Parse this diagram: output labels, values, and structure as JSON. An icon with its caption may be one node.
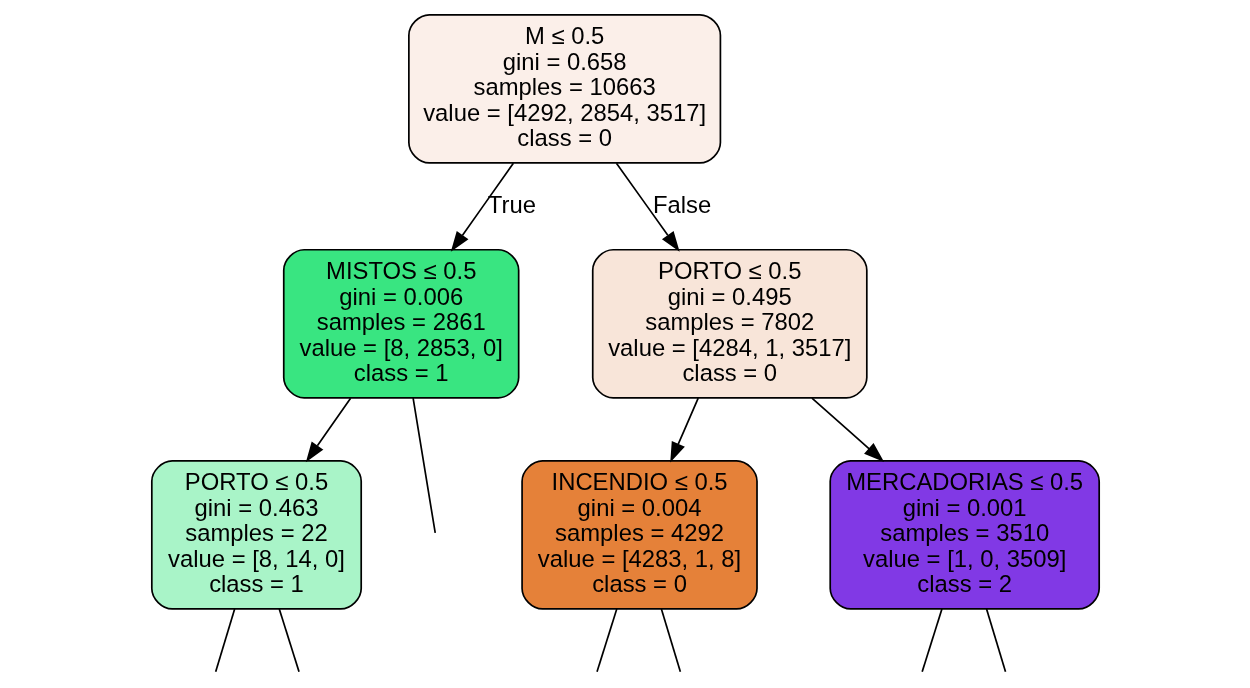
{
  "diagram": {
    "nodes": [
      {
        "text": [
          "M ≤ 0.5",
          "gini = 0.658",
          "samples = 10663",
          "value = [4292, 2854, 3517]",
          "class = 0"
        ]
      },
      {
        "text": [
          "MISTOS ≤ 0.5",
          "gini = 0.006",
          "samples = 2861",
          "value = [8, 2853, 0]",
          "class = 1"
        ]
      },
      {
        "text": [
          "PORTO ≤ 0.5",
          "gini = 0.495",
          "samples = 7802",
          "value = [4284, 1, 3517]",
          "class = 0"
        ]
      },
      {
        "text": [
          "PORTO ≤ 0.5",
          "gini = 0.463",
          "samples = 22",
          "value = [8, 14, 0]",
          "class = 1"
        ]
      },
      {
        "text": [
          "INCENDIO ≤ 0.5",
          "gini = 0.004",
          "samples = 4292",
          "value = [4283, 1, 8]",
          "class = 0"
        ]
      },
      {
        "text": [
          "MERCADORIAS ≤ 0.5",
          "gini = 0.001",
          "samples = 3510",
          "value = [1, 0, 3509]",
          "class = 2"
        ]
      }
    ],
    "edges": [
      {
        "from": 0,
        "to": 1,
        "arrow": "to",
        "label": "True"
      },
      {
        "from": 0,
        "to": 2,
        "arrow": "to",
        "label": "False"
      },
      {
        "from": 1,
        "to": null,
        "arrow": "none"
      },
      {
        "from": 1,
        "to": 3,
        "arrow": "to"
      },
      {
        "from": 2,
        "to": 4,
        "arrow": "to"
      },
      {
        "from": 2,
        "to": 5,
        "arrow": "to"
      },
      {
        "from": 3,
        "to": null,
        "arrow": "none"
      },
      {
        "from": 3,
        "to": null,
        "arrow": "none"
      },
      {
        "from": 4,
        "to": null,
        "arrow": "none"
      },
      {
        "from": 4,
        "to": null,
        "arrow": "none"
      },
      {
        "from": 5,
        "to": null,
        "arrow": "none"
      },
      {
        "from": 5,
        "to": null,
        "arrow": "none"
      }
    ]
  }
}
